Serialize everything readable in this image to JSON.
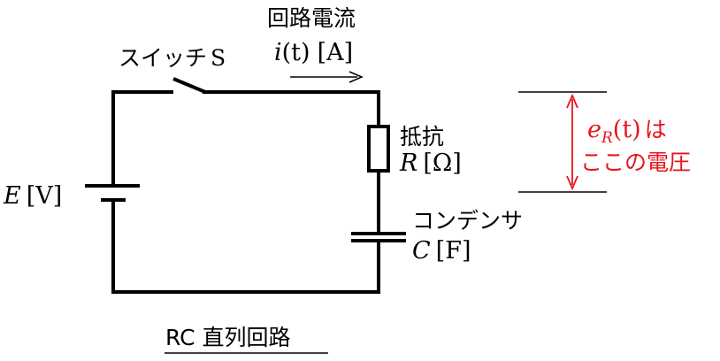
{
  "diagram": {
    "current_label_jp": "回路電流",
    "current_var": "i",
    "current_arg": "(t)",
    "current_unit": "[A]",
    "switch_label": "スイッチ",
    "switch_var": "S",
    "emf_var": "E",
    "emf_unit": "[V]",
    "resistor_label": "抵抗",
    "resistor_var": "R",
    "resistor_unit": "[Ω]",
    "capacitor_label": "コンデンサ",
    "capacitor_var": "C",
    "capacitor_unit": "[F]",
    "voltage_var": "e",
    "voltage_sub": "R",
    "voltage_arg": "(t)",
    "voltage_suffix": "は",
    "voltage_desc": "ここの電圧",
    "caption": "RC 直列回路",
    "colors": {
      "wire": "#000000",
      "voltage": "#e8141e"
    }
  }
}
